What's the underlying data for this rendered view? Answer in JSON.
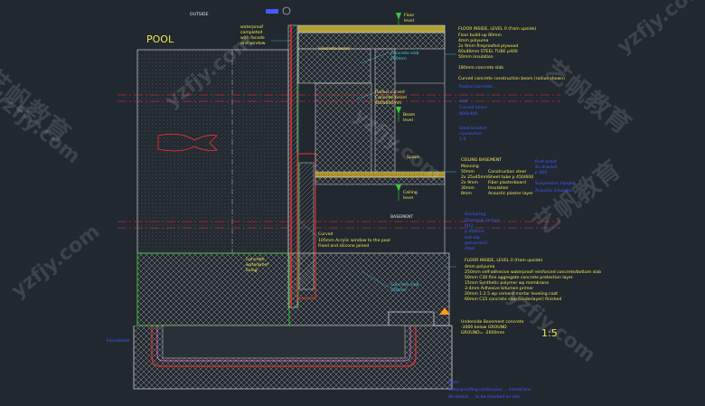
{
  "colors": {
    "background": "#212830",
    "yellow": "#f2e94e",
    "cyan": "#3fd0e0",
    "red": "#ff3030",
    "blue": "#3f5cff",
    "white": "#e8e8e8"
  },
  "labels": {
    "outside": "OUTSIDE",
    "pool": "POOL",
    "waterproof": [
      "waterproof",
      "completed",
      "with facade",
      "and window"
    ],
    "floor_top": [
      "Floor",
      "level"
    ],
    "floor_inside_level0": "FLOOR INSIDE, LEVEL 0 (from upside)",
    "floor_build_up": [
      "Floor build-up 80mm",
      "4mm polyurea",
      "2x 9mm fireproofed plywood",
      "60x40mm STEEL TUBE p400",
      "50mm insulation"
    ],
    "concrete_slab_top": "180mm concrete slab",
    "concrete_beam": [
      "Concrete beam",
      "..."
    ],
    "concrete_slab_mid": [
      "Concrete slab",
      "180mm"
    ],
    "beam_note": "Curved concrete construction beam (radius shown)",
    "radius_beam": [
      "Radius curved",
      "Concrete beam",
      "400x600mm"
    ],
    "beam_level": [
      "Beam",
      "level"
    ],
    "ceiling_basement": "CEILING BASEMENT",
    "ceiling_build_up": [
      [
        "Manning",
        ""
      ],
      [
        "50mm",
        "Construction steel"
      ],
      [
        "2x 25x45mm",
        "Sheet tube p 450/600"
      ],
      [
        "2x 9mm",
        "Fiber plasterboard"
      ],
      [
        "30mm",
        "Insulation"
      ],
      [
        "8mm",
        "Acoustic plaster layer"
      ]
    ],
    "space": "Space",
    "ceiling_level": [
      "Ceiling",
      "level"
    ],
    "basement": "BASEMENT",
    "window_note": [
      "Curved",
      "105mm Acrylic window to the pool",
      "Fixed and silicone joined"
    ],
    "floor_inside_level0_b": "FLOOR INSIDE, LEVEL 0 (from upside)",
    "floor_b_build_up": [
      "4mm polyurea",
      "250mm self-adhesive waterproof reinforced concrete/bottom slab",
      "50mm C30 fine aggregate concrete protection layer",
      "15mm Synthetic polymer wp membrane",
      "3-4mm Adhesive bitumen primer",
      "20mm 1:2.5 wp cement mortar leveling coat",
      "60mm C15 concrete slab (underlayer) finished"
    ],
    "concrete_slab_low": [
      "Concrete slab",
      "250mm",
      "..."
    ],
    "underside_note": [
      "Underside Basement concrete",
      "-3000 below GROUND",
      "GROUND= -2600mm"
    ],
    "foundation": "Foundation",
    "scale": "1:5",
    "left_small": [
      "Concrete",
      "waterproof",
      "lining"
    ]
  },
  "blue_notes": {
    "right_upper": [
      "Radius concrete",
      "wall",
      "Curved beam",
      "800x400"
    ],
    "right_mid": [
      "Steel bracket",
      "connection",
      "1:5"
    ],
    "right_ceiling": [
      "Rust-proof",
      "Zn bracket",
      "p 400",
      "Suspension hanger",
      "Acoustic insulation"
    ],
    "right_lower": [
      "Anchoring",
      "Chemical anchor",
      "M12",
      "p 400mm",
      "Hot-dip",
      "galvanised",
      "steel"
    ],
    "bottom": [
      "Note:",
      "Waterproofing continuous ... membrane",
      "All details ... to be checked on site"
    ]
  },
  "watermark": {
    "site": "yzfjy.com",
    "brand": "艺帆教育"
  }
}
